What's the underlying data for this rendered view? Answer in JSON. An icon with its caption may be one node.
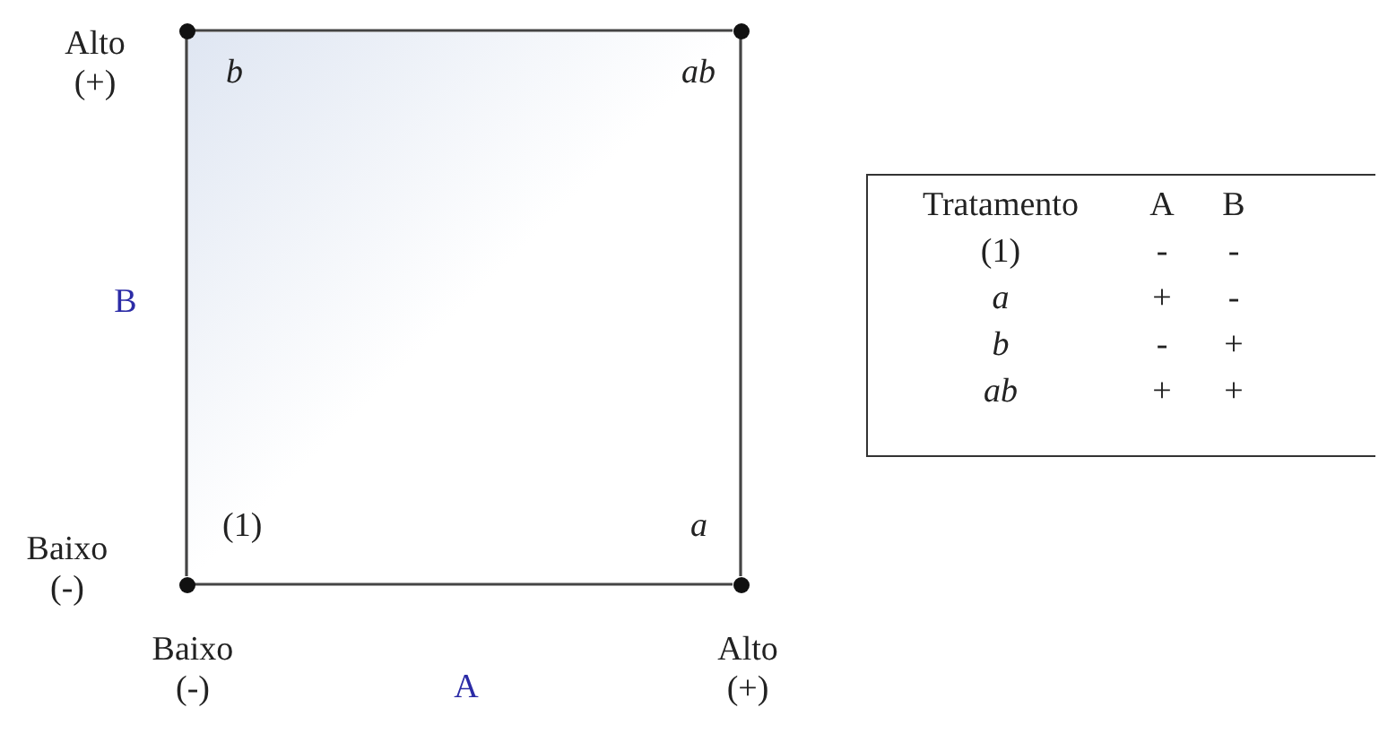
{
  "diagram": {
    "nodes": [
      {
        "text": [],
        "shape": "circle",
        "beside": [
          "b"
        ]
      },
      {
        "text": [],
        "shape": "circle",
        "beside": [
          "ab"
        ]
      },
      {
        "text": [],
        "shape": "circle",
        "beside": [
          "(1)"
        ]
      },
      {
        "text": [],
        "shape": "circle",
        "beside": [
          "a"
        ]
      }
    ],
    "edges": [
      {
        "from": 0,
        "to": 1,
        "arrow": "none"
      },
      {
        "from": 1,
        "to": 3,
        "arrow": "none"
      },
      {
        "from": 2,
        "to": 3,
        "arrow": "none"
      },
      {
        "from": 0,
        "to": 2,
        "arrow": "none"
      }
    ],
    "labels": [
      "Alto (+)",
      "B",
      "Baixo (-)",
      "Baixo (-)",
      "A",
      "Alto (+)",
      "Tratamento",
      "A",
      "B",
      "(1)",
      "-",
      "-",
      "a",
      "+",
      "-",
      "b",
      "-",
      "+",
      "ab",
      "+",
      "+"
    ]
  }
}
